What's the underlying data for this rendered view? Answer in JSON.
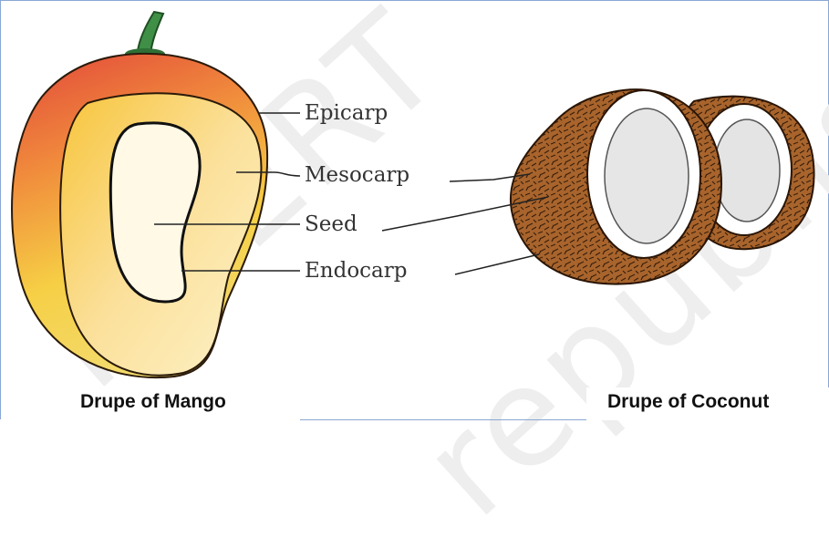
{
  "watermark": [
    "NCERT",
    "republish"
  ],
  "mango": {
    "labels": {
      "epicarp": "Epicarp",
      "mesocarp": "Mesocarp",
      "seed": "Seed",
      "endocarp": "Endocarp"
    },
    "caption": "Drupe of Mango",
    "colors": {
      "skin_red": "#e2473a",
      "skin_yellow": "#f6cf45",
      "flesh": "#fbe39a",
      "seed": "#fff9e6",
      "stalk": "#3f8f46"
    }
  },
  "coconut": {
    "caption": "Drupe of Coconut",
    "colors": {
      "husk": "#9a5a26",
      "kernel": "#f4f4f4"
    }
  }
}
